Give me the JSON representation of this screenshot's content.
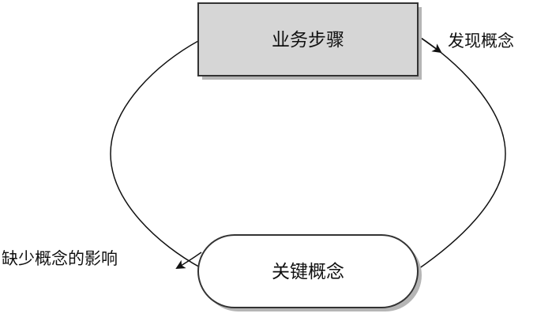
{
  "diagram": {
    "nodes": {
      "business_steps": {
        "label": "业务步骤",
        "fill": "#d6d6d6"
      },
      "key_concepts": {
        "label": "关键概念",
        "fill": "#ffffff"
      }
    },
    "edges": {
      "discover": {
        "label": "发现概念"
      },
      "missing_impact": {
        "label": "缺少概念的影响"
      }
    },
    "colors": {
      "stroke": "#333333",
      "line": "#111111",
      "shadow": "#b5b5b5"
    }
  }
}
